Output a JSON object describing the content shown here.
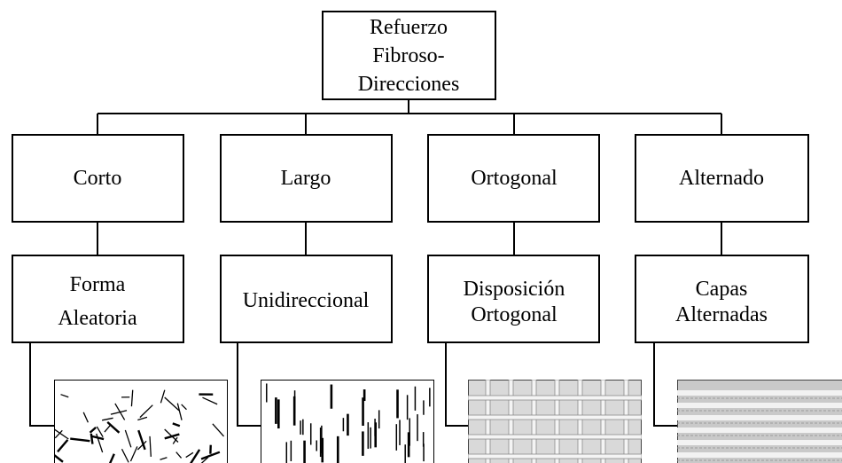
{
  "root": {
    "lines": [
      "Refuerzo",
      "Fibroso-",
      "Direcciones"
    ]
  },
  "columns": [
    {
      "category": "Corto",
      "detail": [
        "Forma",
        "Aleatoria"
      ],
      "pattern": "random-short-fibers"
    },
    {
      "category": "Largo",
      "detail": [
        "Unidireccional"
      ],
      "pattern": "unidirectional-long-fibers"
    },
    {
      "category": "Ortogonal",
      "detail": [
        "Disposición",
        "Ortogonal"
      ],
      "pattern": "orthogonal-grid"
    },
    {
      "category": "Alternado",
      "detail": [
        "Capas",
        "Alternadas"
      ],
      "pattern": "alternating-layers"
    }
  ]
}
